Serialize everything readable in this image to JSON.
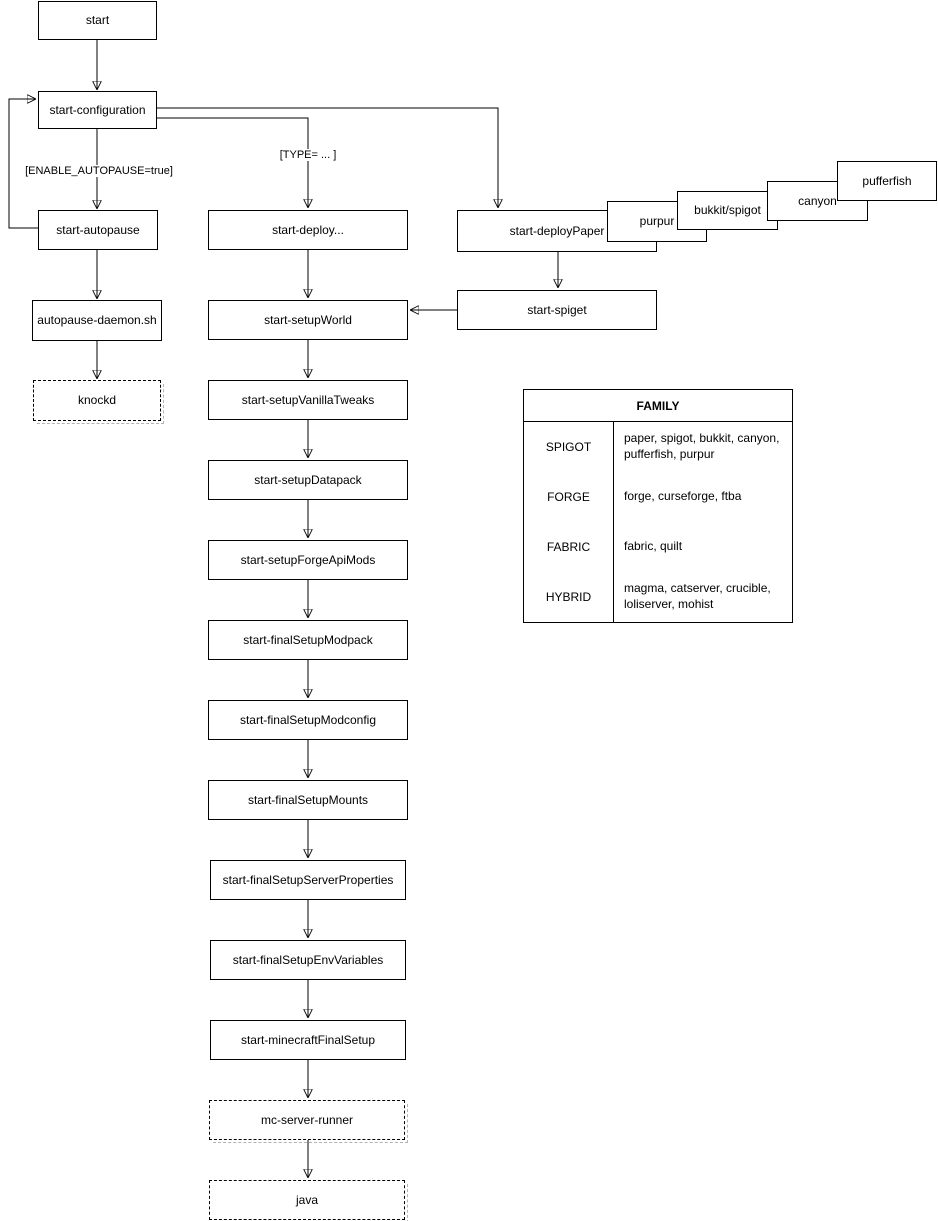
{
  "diagram": {
    "nodes": {
      "start": {
        "label": "start"
      },
      "start_configuration": {
        "label": "start-configuration"
      },
      "start_autopause": {
        "label": "start-autopause"
      },
      "autopause_daemon": {
        "label": "autopause-daemon.sh"
      },
      "knockd": {
        "label": "knockd"
      },
      "start_deploy": {
        "label": "start-deploy..."
      },
      "start_deploy_paper": {
        "label": "start-deployPaper"
      },
      "purpur": {
        "label": "purpur"
      },
      "bukkit_spigot": {
        "label": "bukkit/spigot"
      },
      "canyon": {
        "label": "canyon"
      },
      "pufferfish": {
        "label": "pufferfish"
      },
      "start_spiget": {
        "label": "start-spiget"
      },
      "start_setup_world": {
        "label": "start-setupWorld"
      },
      "start_setup_vanilla_tweaks": {
        "label": "start-setupVanillaTweaks"
      },
      "start_setup_datapack": {
        "label": "start-setupDatapack"
      },
      "start_setup_forge_api_mods": {
        "label": "start-setupForgeApiMods"
      },
      "start_final_setup_modpack": {
        "label": "start-finalSetupModpack"
      },
      "start_final_setup_modconfig": {
        "label": "start-finalSetupModconfig"
      },
      "start_final_setup_mounts": {
        "label": "start-finalSetupMounts"
      },
      "start_final_setup_server_properties": {
        "label": "start-finalSetupServerProperties"
      },
      "start_final_setup_env_variables": {
        "label": "start-finalSetupEnvVariables"
      },
      "start_minecraft_final_setup": {
        "label": "start-minecraftFinalSetup"
      },
      "mc_server_runner": {
        "label": "mc-server-runner"
      },
      "java": {
        "label": "java"
      }
    },
    "edge_labels": {
      "enable_autopause": "[ENABLE_AUTOPAUSE=true]",
      "type": "[TYPE= ... ]"
    },
    "colors": {
      "line": "#000000",
      "box_background": "#ffffff",
      "text": "#000000"
    }
  },
  "family_table": {
    "title": "FAMILY",
    "rows": [
      {
        "family": "SPIGOT",
        "members": "paper, spigot, bukkit, canyon, pufferfish, purpur"
      },
      {
        "family": "FORGE",
        "members": "forge, curseforge, ftba"
      },
      {
        "family": "FABRIC",
        "members": "fabric, quilt"
      },
      {
        "family": "HYBRID",
        "members": "magma, catserver, crucible, loliserver, mohist"
      }
    ]
  }
}
